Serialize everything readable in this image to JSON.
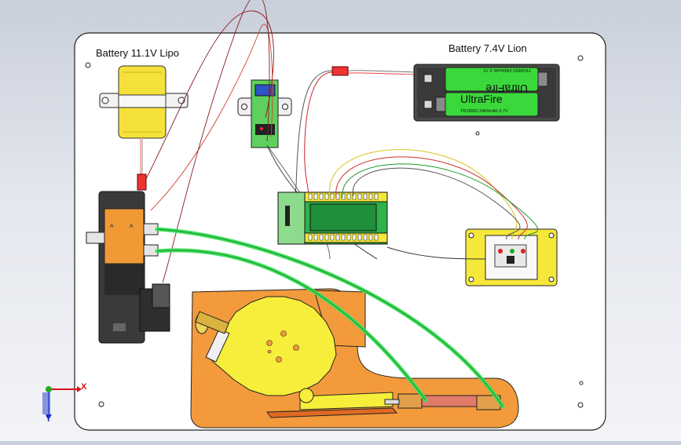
{
  "labels": {
    "battery_lipo": "Battery 11.1V Lipo",
    "battery_lion": "Battery 7.4V Lion"
  },
  "cells": {
    "top": {
      "brand": "UltraFire",
      "spec": "TR18650 2400mAh 3.7V"
    },
    "bottom": {
      "brand": "UltraFire",
      "spec": "TR18650 2400mAh 3.7V"
    }
  },
  "axes": {
    "x": "X",
    "y": "Y"
  },
  "colors": {
    "background_top": "#c9cfdb",
    "background_bottom": "#f3f4f7",
    "baseplate": "#ffffff",
    "lipo_battery": "#f4e23a",
    "orange_plate": "#f39a3c",
    "yellow_gear": "#f6ee3a",
    "tube": "#3fe05a",
    "terminal_board": "#2fb24a",
    "axis_x": "#dd1111",
    "axis_y": "#1a2fd0",
    "axis_z": "#22aa22"
  },
  "icons": {
    "axis_triad": "axis-triad-icon"
  }
}
